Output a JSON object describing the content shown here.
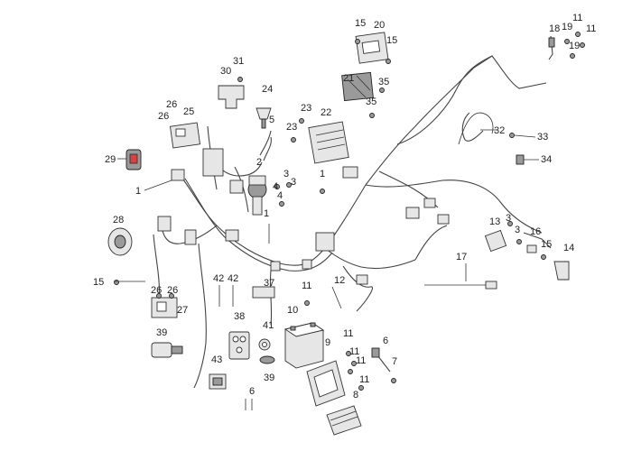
{
  "labels": {
    "n1a": "1",
    "n1b": "1",
    "n1c": "1",
    "n2": "2",
    "n3a": "3",
    "n3b": "3",
    "n3c": "3",
    "n3d": "3",
    "n4a": "4",
    "n4b": "4",
    "n5": "5",
    "n6a": "6",
    "n6b": "6",
    "n7": "7",
    "n8": "8",
    "n9": "9",
    "n10": "10",
    "n11a": "11",
    "n11b": "11",
    "n11c": "11",
    "n11d": "11",
    "n11e": "11",
    "n11f": "11",
    "n11g": "11",
    "n12": "12",
    "n13": "13",
    "n14": "14",
    "n15a": "15",
    "n15b": "15",
    "n15c": "15",
    "n15d": "15",
    "n16": "16",
    "n17": "17",
    "n18": "18",
    "n19a": "19",
    "n19b": "19",
    "n20": "20",
    "n21": "21",
    "n22": "22",
    "n23a": "23",
    "n23b": "23",
    "n24": "24",
    "n25": "25",
    "n26a": "26",
    "n26b": "26",
    "n26c": "26",
    "n26d": "26",
    "n27": "27",
    "n28": "28",
    "n29": "29",
    "n30": "30",
    "n31": "31",
    "n32": "32",
    "n33": "33",
    "n34": "34",
    "n35a": "35",
    "n35b": "35",
    "n37": "37",
    "n38": "38",
    "n39a": "39",
    "n39b": "39",
    "n41": "41",
    "n42a": "42",
    "n42b": "42",
    "n43": "43"
  },
  "colors": {
    "ink": "#222222",
    "wire": "#444444",
    "part_fill": "#e6e6e6",
    "part_dark": "#9a9a9a",
    "accent_red": "#d94040"
  }
}
